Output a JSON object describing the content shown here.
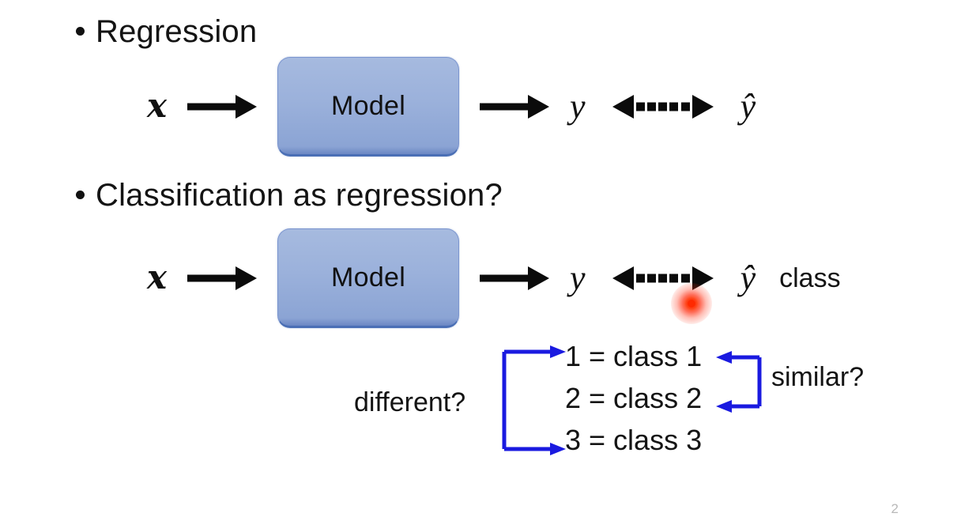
{
  "slide": {
    "background_color": "#ffffff",
    "page_number": "2"
  },
  "bullets": [
    {
      "text": "Regression",
      "marker": "bullet-dot"
    },
    {
      "text": "Classification as regression?",
      "marker": "bullet-dot"
    }
  ],
  "pipeline_regression": {
    "input_symbol": "𝒙",
    "arrow_in": "solid-right-arrow",
    "model_label": "Model",
    "arrow_out": "solid-right-arrow",
    "output_symbol": "y",
    "relation_arrow": "dotted-double-arrow",
    "prediction_symbol": "ŷ"
  },
  "pipeline_classification": {
    "input_symbol": "𝒙",
    "arrow_in": "solid-right-arrow",
    "model_label": "Model",
    "arrow_out": "solid-right-arrow",
    "output_symbol": "y",
    "relation_arrow": "dotted-double-arrow",
    "prediction_symbol": "ŷ",
    "side_label": "class",
    "laser_pointer_color": "#ff2a00"
  },
  "class_list": {
    "items": [
      "1 = class 1",
      "2 = class 2",
      "3 = class 3"
    ],
    "left_annotation": "different?",
    "right_annotation": "similar?",
    "bracket_color": "#1a1ae0",
    "left_bracket_targets": [
      "1 = class 1",
      "3 = class 3"
    ],
    "right_bracket_targets": [
      "1 = class 1",
      "2 = class 2"
    ]
  },
  "colors": {
    "model_box_fill_top": "#a6badf",
    "model_box_fill_bottom": "#8ba4d4",
    "model_box_border": "#7b95cf",
    "arrow_black": "#0b0b0b",
    "bracket_blue": "#1a1ae0",
    "text": "#141414"
  }
}
